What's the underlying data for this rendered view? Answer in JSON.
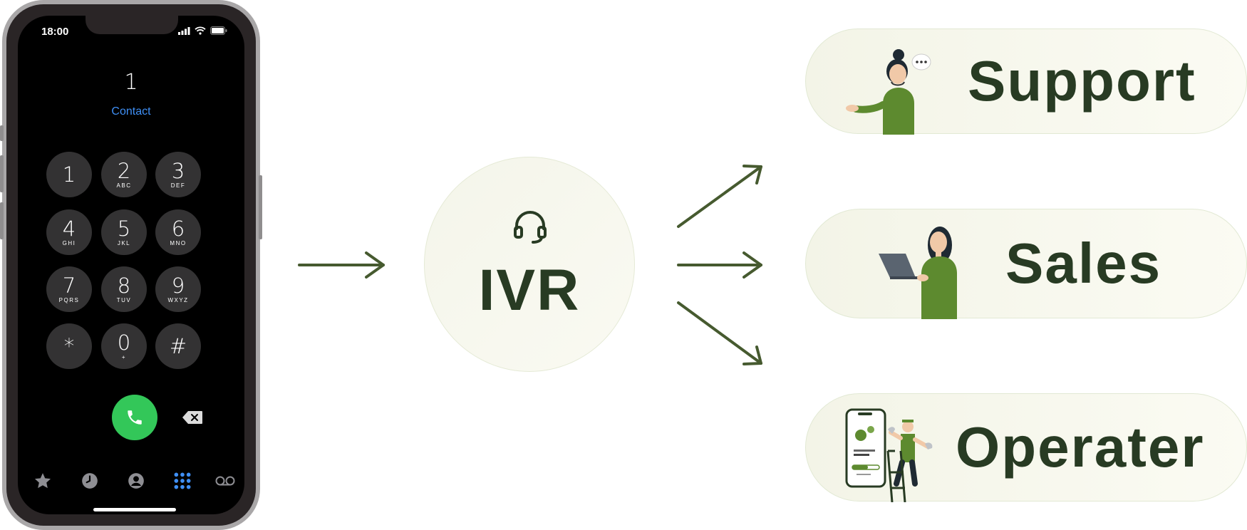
{
  "phone": {
    "status_time": "18:00",
    "dialed_number": "1",
    "contact_label": "Contact",
    "keys": [
      {
        "digit": "1",
        "letters": ""
      },
      {
        "digit": "2",
        "letters": "ABC"
      },
      {
        "digit": "3",
        "letters": "DEF"
      },
      {
        "digit": "4",
        "letters": "GHI"
      },
      {
        "digit": "5",
        "letters": "JKL"
      },
      {
        "digit": "6",
        "letters": "MNO"
      },
      {
        "digit": "7",
        "letters": "PQRS"
      },
      {
        "digit": "8",
        "letters": "TUV"
      },
      {
        "digit": "9",
        "letters": "WXYZ"
      },
      {
        "digit": "*",
        "letters": ""
      },
      {
        "digit": "0",
        "letters": "+"
      },
      {
        "digit": "#",
        "letters": ""
      }
    ],
    "tabs": [
      "star-icon",
      "clock-icon",
      "person-icon",
      "keypad-icon",
      "voicemail-icon"
    ],
    "accent": "#3f8ff5",
    "call_color": "#33c759"
  },
  "ivr": {
    "label": "IVR",
    "icon": "headset-icon"
  },
  "destinations": [
    {
      "label": "Support",
      "icon": "support-agent-illustration"
    },
    {
      "label": "Sales",
      "icon": "laptop-woman-illustration"
    },
    {
      "label": "Operater",
      "icon": "technician-phone-illustration"
    }
  ],
  "colors": {
    "text_dark": "#283b23",
    "arrow": "#465a2f",
    "bubble_bg": "#f5f6ec"
  }
}
